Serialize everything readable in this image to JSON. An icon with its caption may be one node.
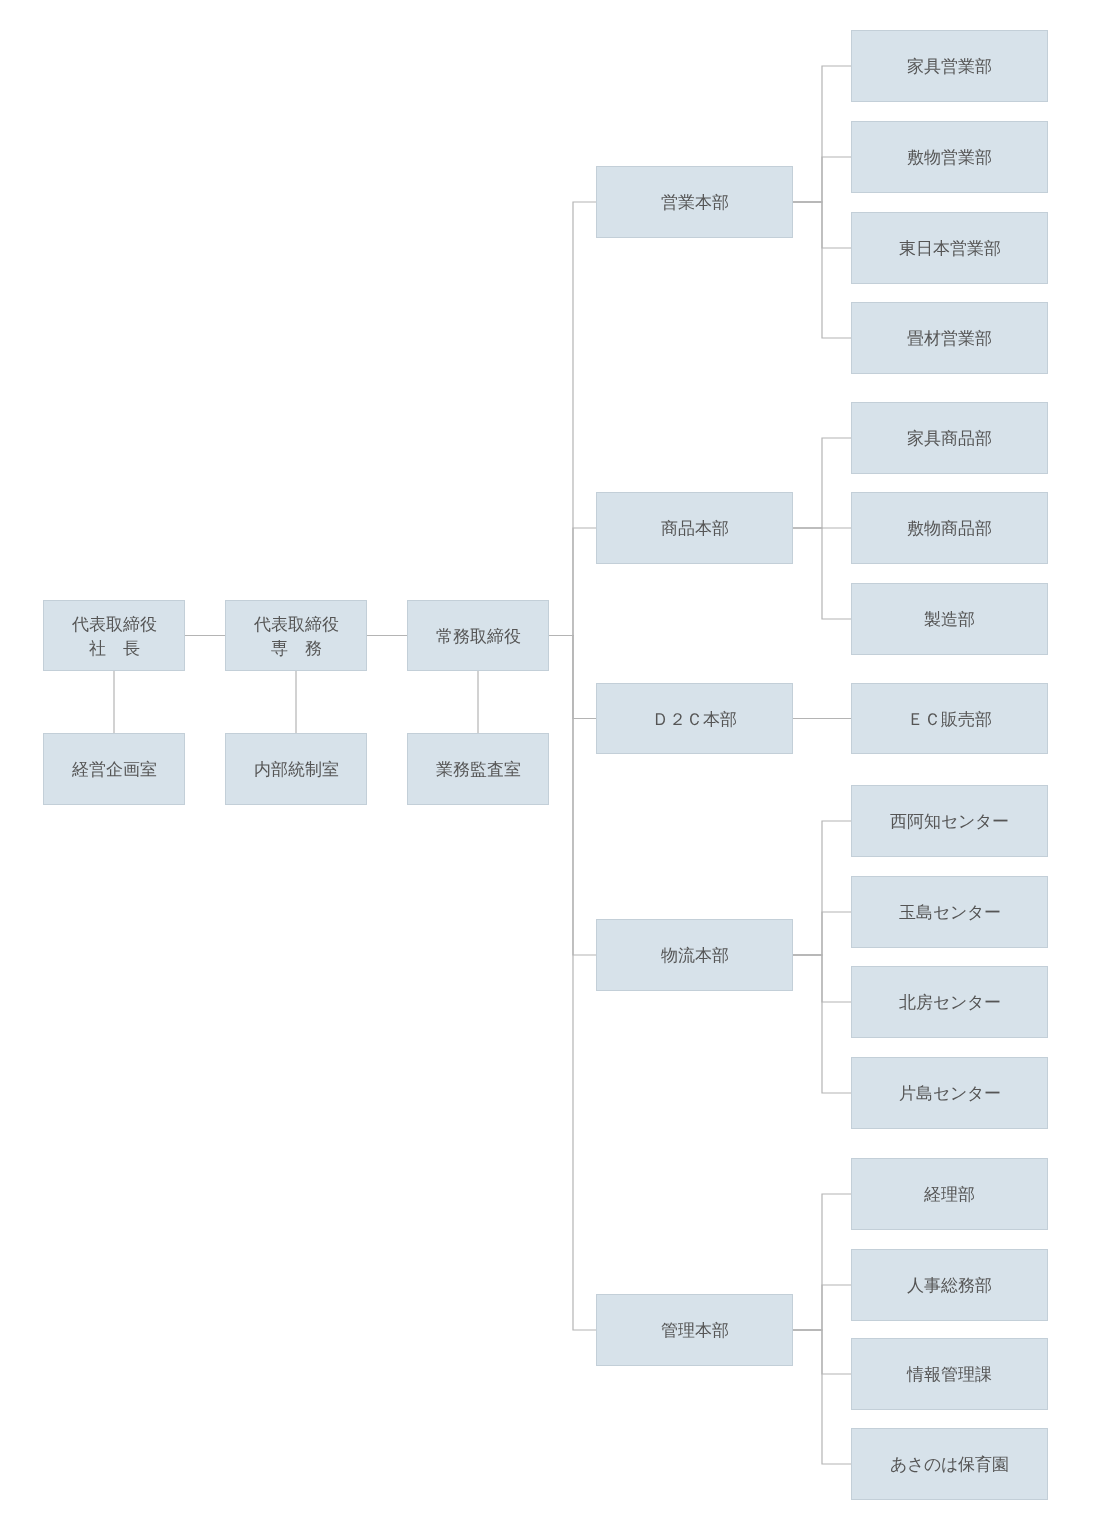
{
  "diagram": {
    "nodes": [
      {
        "text": [
          "代表取締役",
          "社　長"
        ]
      },
      {
        "text": [
          "代表取締役",
          "専　務"
        ]
      },
      {
        "text": [
          "常務取締役"
        ]
      },
      {
        "text": [
          "経営企画室"
        ]
      },
      {
        "text": [
          "内部統制室"
        ]
      },
      {
        "text": [
          "業務監査室"
        ]
      },
      {
        "text": [
          "営業本部"
        ]
      },
      {
        "text": [
          "家具営業部"
        ]
      },
      {
        "text": [
          "敷物営業部"
        ]
      },
      {
        "text": [
          "東日本営業部"
        ]
      },
      {
        "text": [
          "畳材営業部"
        ]
      },
      {
        "text": [
          "商品本部"
        ]
      },
      {
        "text": [
          "家具商品部"
        ]
      },
      {
        "text": [
          "敷物商品部"
        ]
      },
      {
        "text": [
          "製造部"
        ]
      },
      {
        "text": [
          "Ｄ２Ｃ本部"
        ]
      },
      {
        "text": [
          "ＥＣ販売部"
        ]
      },
      {
        "text": [
          "物流本部"
        ]
      },
      {
        "text": [
          "西阿知センター"
        ]
      },
      {
        "text": [
          "玉島センター"
        ]
      },
      {
        "text": [
          "北房センター"
        ]
      },
      {
        "text": [
          "片島センター"
        ]
      },
      {
        "text": [
          "管理本部"
        ]
      },
      {
        "text": [
          "経理部"
        ]
      },
      {
        "text": [
          "人事総務部"
        ]
      },
      {
        "text": [
          "情報管理課"
        ]
      },
      {
        "text": [
          "あさのは保育園"
        ]
      }
    ],
    "edges": [
      {
        "from": 0,
        "to": 1,
        "arrow": "none"
      },
      {
        "from": 1,
        "to": 2,
        "arrow": "none"
      },
      {
        "from": 0,
        "to": 3,
        "arrow": "none"
      },
      {
        "from": 1,
        "to": 4,
        "arrow": "none"
      },
      {
        "from": 2,
        "to": 5,
        "arrow": "none"
      },
      {
        "from": 2,
        "to": 6,
        "arrow": "none"
      },
      {
        "from": 2,
        "to": 11,
        "arrow": "none"
      },
      {
        "from": 2,
        "to": 15,
        "arrow": "none"
      },
      {
        "from": 2,
        "to": 17,
        "arrow": "none"
      },
      {
        "from": 2,
        "to": 22,
        "arrow": "none"
      },
      {
        "from": 6,
        "to": 7,
        "arrow": "none"
      },
      {
        "from": 6,
        "to": 8,
        "arrow": "none"
      },
      {
        "from": 6,
        "to": 9,
        "arrow": "none"
      },
      {
        "from": 6,
        "to": 10,
        "arrow": "none"
      },
      {
        "from": 11,
        "to": 12,
        "arrow": "none"
      },
      {
        "from": 11,
        "to": 13,
        "arrow": "none"
      },
      {
        "from": 11,
        "to": 14,
        "arrow": "none"
      },
      {
        "from": 15,
        "to": 16,
        "arrow": "none"
      },
      {
        "from": 17,
        "to": 18,
        "arrow": "none"
      },
      {
        "from": 17,
        "to": 19,
        "arrow": "none"
      },
      {
        "from": 17,
        "to": 20,
        "arrow": "none"
      },
      {
        "from": 17,
        "to": 21,
        "arrow": "none"
      },
      {
        "from": 22,
        "to": 23,
        "arrow": "none"
      },
      {
        "from": 22,
        "to": 24,
        "arrow": "none"
      },
      {
        "from": 22,
        "to": 25,
        "arrow": "none"
      },
      {
        "from": 22,
        "to": 26,
        "arrow": "none"
      }
    ]
  }
}
